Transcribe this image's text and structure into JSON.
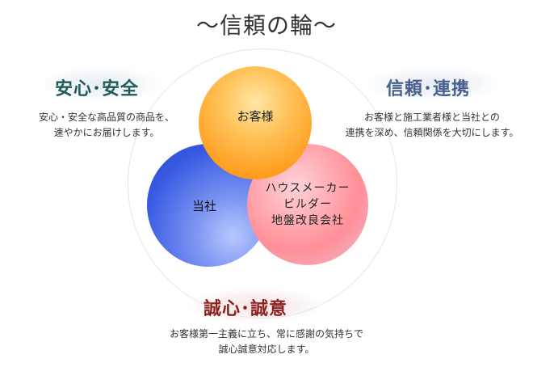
{
  "title": "〜信頼の輪〜",
  "circles": {
    "customer": "お客様",
    "company": "当社",
    "builder_lines": [
      "ハウスメーカー",
      "ビルダー",
      "地盤改良会社"
    ]
  },
  "sections": {
    "safety": {
      "heading": "安心･安全",
      "text_lines": [
        "安心・安全な高品質の商品を、",
        "速やかにお届けします。"
      ]
    },
    "trust": {
      "heading": "信頼･連携",
      "text_lines": [
        "お客様と施工業者様と当社との",
        "連携を深め、信頼関係を大切にします。"
      ]
    },
    "sincerity": {
      "heading": "誠心･誠意",
      "text_lines": [
        "お客様第一主義に立ち、常に感謝の気持ちで",
        "誠心誠意対応します。"
      ]
    }
  },
  "colors": {
    "customer_circle": "#ffb13b",
    "company_circle": "#2f52df",
    "builder_circle": "#ff9aa3",
    "safety_heading": "#1f5a55",
    "trust_heading": "#4a5f8e",
    "sincerity_heading": "#8e1f1f"
  }
}
